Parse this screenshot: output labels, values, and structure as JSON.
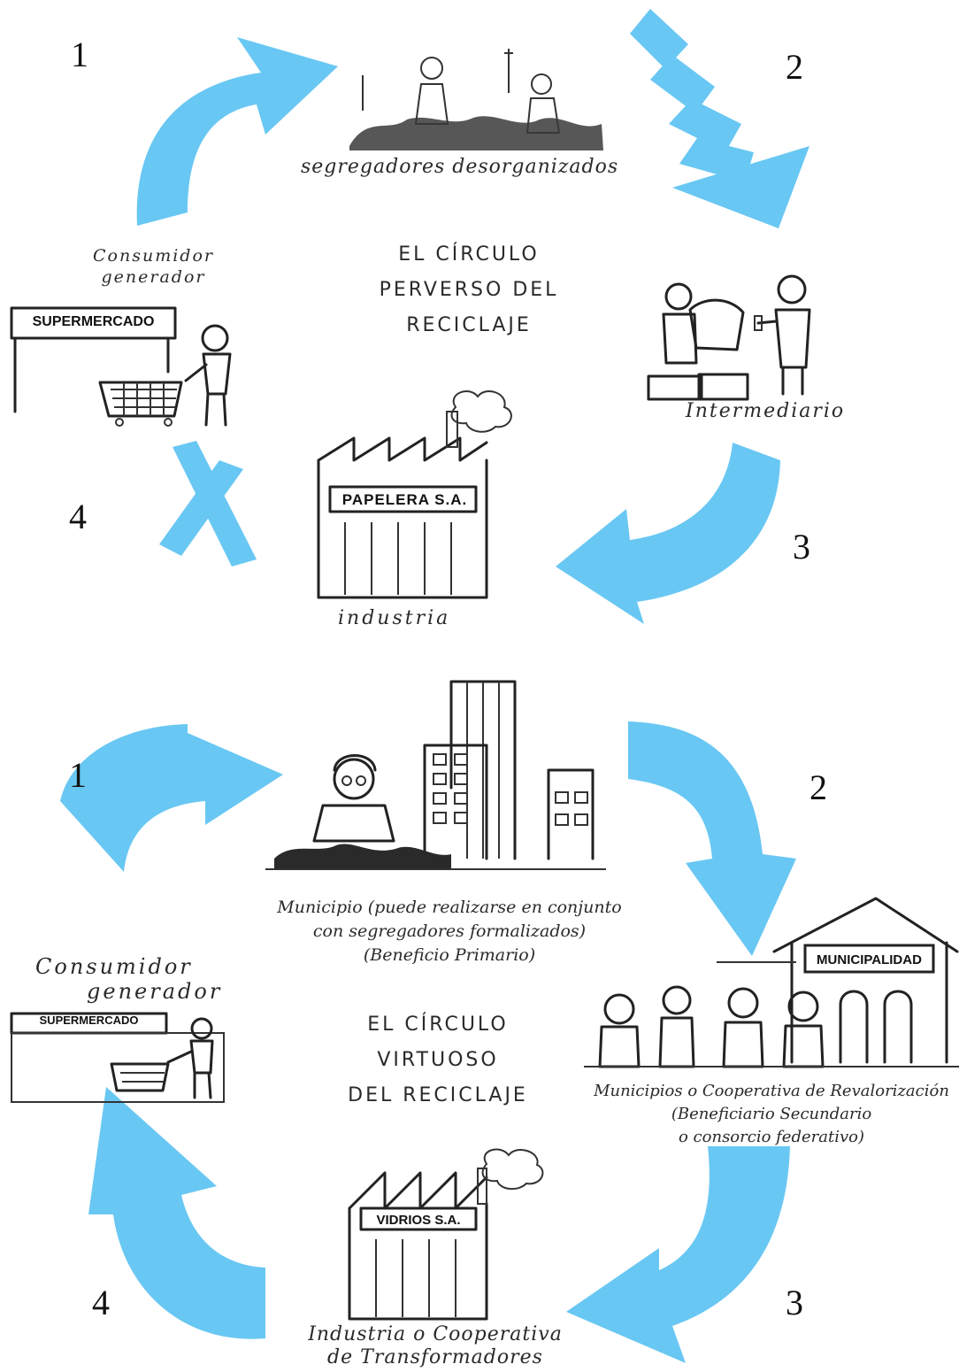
{
  "perverse": {
    "title_lines": [
      "EL CÍRCULO",
      "PERVERSO DEL",
      "RECICLAJE"
    ],
    "steps": [
      "1",
      "2",
      "3",
      "4"
    ],
    "labels": {
      "segregadores": "segregadores desorganizados",
      "consumidor_l1": "Consumidor",
      "consumidor_l2": "generador",
      "intermediario": "Intermediario",
      "industria": "industria"
    },
    "signs": {
      "supermercado": "SUPERMERCADO",
      "factory": "PAPELERA S.A."
    }
  },
  "virtuous": {
    "title_lines": [
      "EL CÍRCULO",
      "VIRTUOSO",
      "DEL RECICLAJE"
    ],
    "steps": [
      "1",
      "2",
      "3",
      "4"
    ],
    "labels": {
      "municipio_l1": "Municipio (puede realizarse en conjunto",
      "municipio_l2": "con segregadores formalizados)",
      "municipio_l3": "(Beneficio Primario)",
      "consumidor_l1": "Consumidor",
      "consumidor_l2": "generador",
      "coop_l1": "Municipios o Cooperativa de Revalorización",
      "coop_l2": "(Beneficiario Secundario",
      "coop_l3": "o consorcio federativo)",
      "industria_l1": "Industria o Cooperativa",
      "industria_l2": "de Transformadores"
    },
    "signs": {
      "supermercado": "SUPERMERCADO",
      "municipalidad": "MUNICIPALIDAD",
      "factory": "VIDRIOS S.A."
    }
  },
  "colors": {
    "arrow": "#69c7f3",
    "ink": "#222222"
  }
}
